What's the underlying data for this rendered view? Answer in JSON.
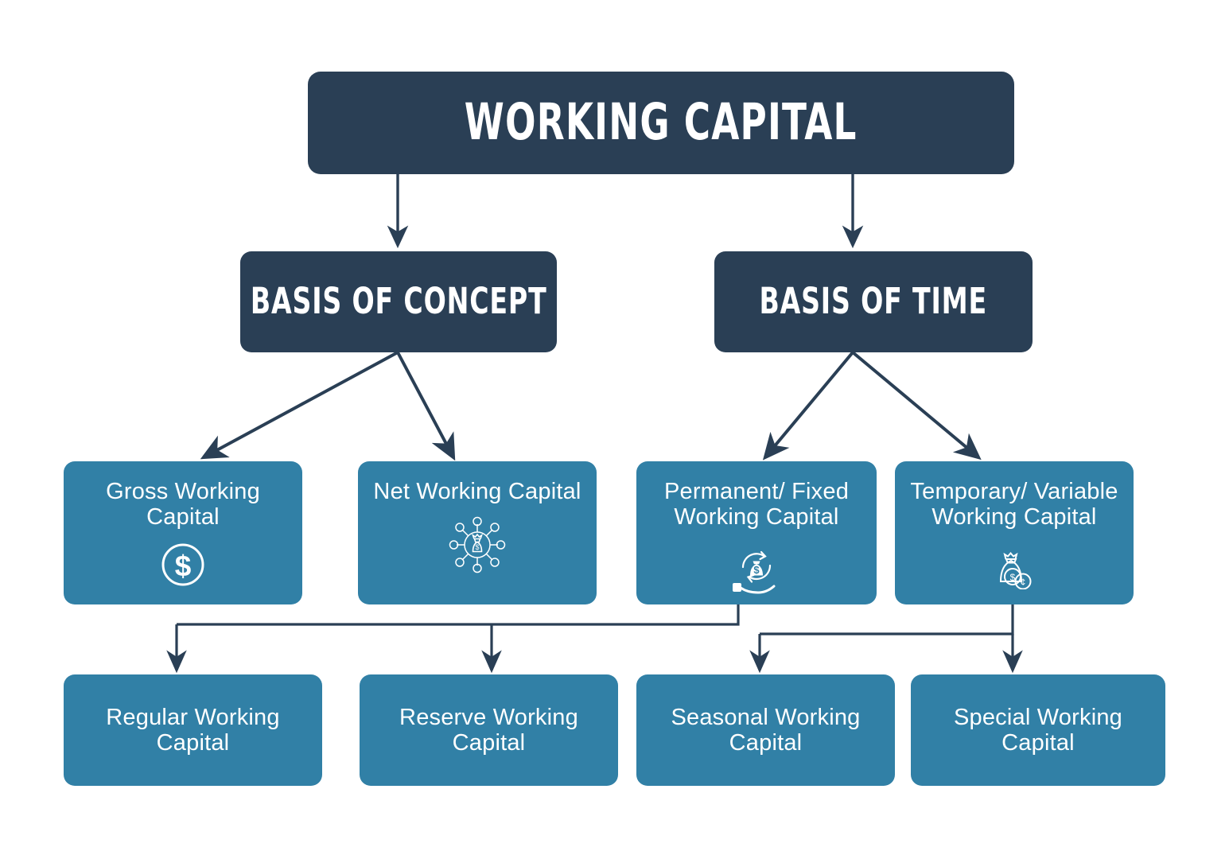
{
  "diagram": {
    "title": "WORKING CAPITAL",
    "background_color": "#ffffff",
    "colors": {
      "dark_node": "#2a3f55",
      "blue_node": "#3180a6",
      "connector": "#2a3f55",
      "text": "#ffffff"
    },
    "levels": {
      "level1": {
        "label": "WORKING CAPITAL"
      },
      "level2": [
        {
          "label": "BASIS OF CONCEPT"
        },
        {
          "label": "BASIS OF TIME"
        }
      ],
      "level3": [
        {
          "label": "Gross Working Capital",
          "icon": "dollar-circle-icon"
        },
        {
          "label": "Net Working Capital",
          "icon": "money-bag-network-icon"
        },
        {
          "label": "Permanent/ Fixed Working Capital",
          "icon": "hand-money-bag-cycle-icon"
        },
        {
          "label": "Temporary/ Variable Working Capital",
          "icon": "money-bag-coins-icon"
        }
      ],
      "level4": [
        {
          "label": "Regular Working Capital"
        },
        {
          "label": "Reserve Working Capital"
        },
        {
          "label": "Seasonal Working Capital"
        },
        {
          "label": "Special Working Capital"
        }
      ]
    }
  }
}
